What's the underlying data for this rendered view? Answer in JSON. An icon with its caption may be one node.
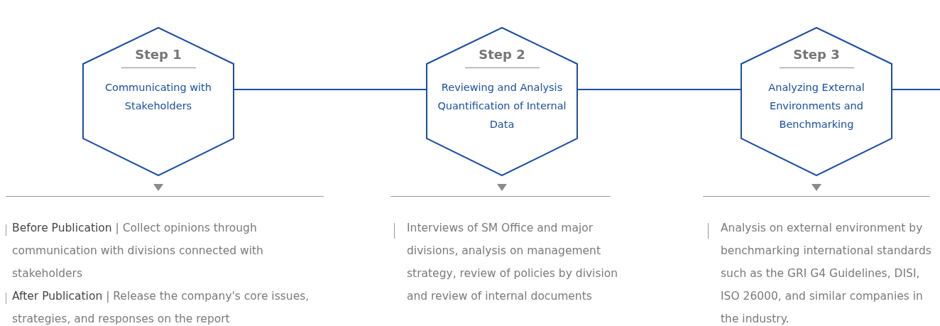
{
  "diagram": {
    "nodes": [
      {
        "text": [
          "Step 1",
          "Communicating with Stakeholders"
        ]
      },
      {
        "text": [
          "Step 2",
          "Reviewing and Analysis Quantification of Internal Data"
        ]
      },
      {
        "text": [
          "Step 3",
          "Analyzing External Environments and Benchmarking"
        ]
      }
    ],
    "edges": [
      {
        "from": 0,
        "to": 1,
        "arrow": "none"
      },
      {
        "from": 1,
        "to": 2,
        "arrow": "none"
      },
      {
        "from": 2,
        "to": null,
        "arrow": "none"
      }
    ],
    "labels": [
      "**Before Publication** | Collect opinions through communication with divisions connected with stakeholders",
      "**After Publication** | Release the company's core issues, strategies, and responses on the report",
      "Interviews of SM Office and major divisions, analysis on management strategy, review of policies by division and review of internal documents",
      "Analysis on external environment by benchmarking international standards such as the GRI G4 Guidelines, DISI, ISO 26000, and similar companies in the industry."
    ]
  }
}
